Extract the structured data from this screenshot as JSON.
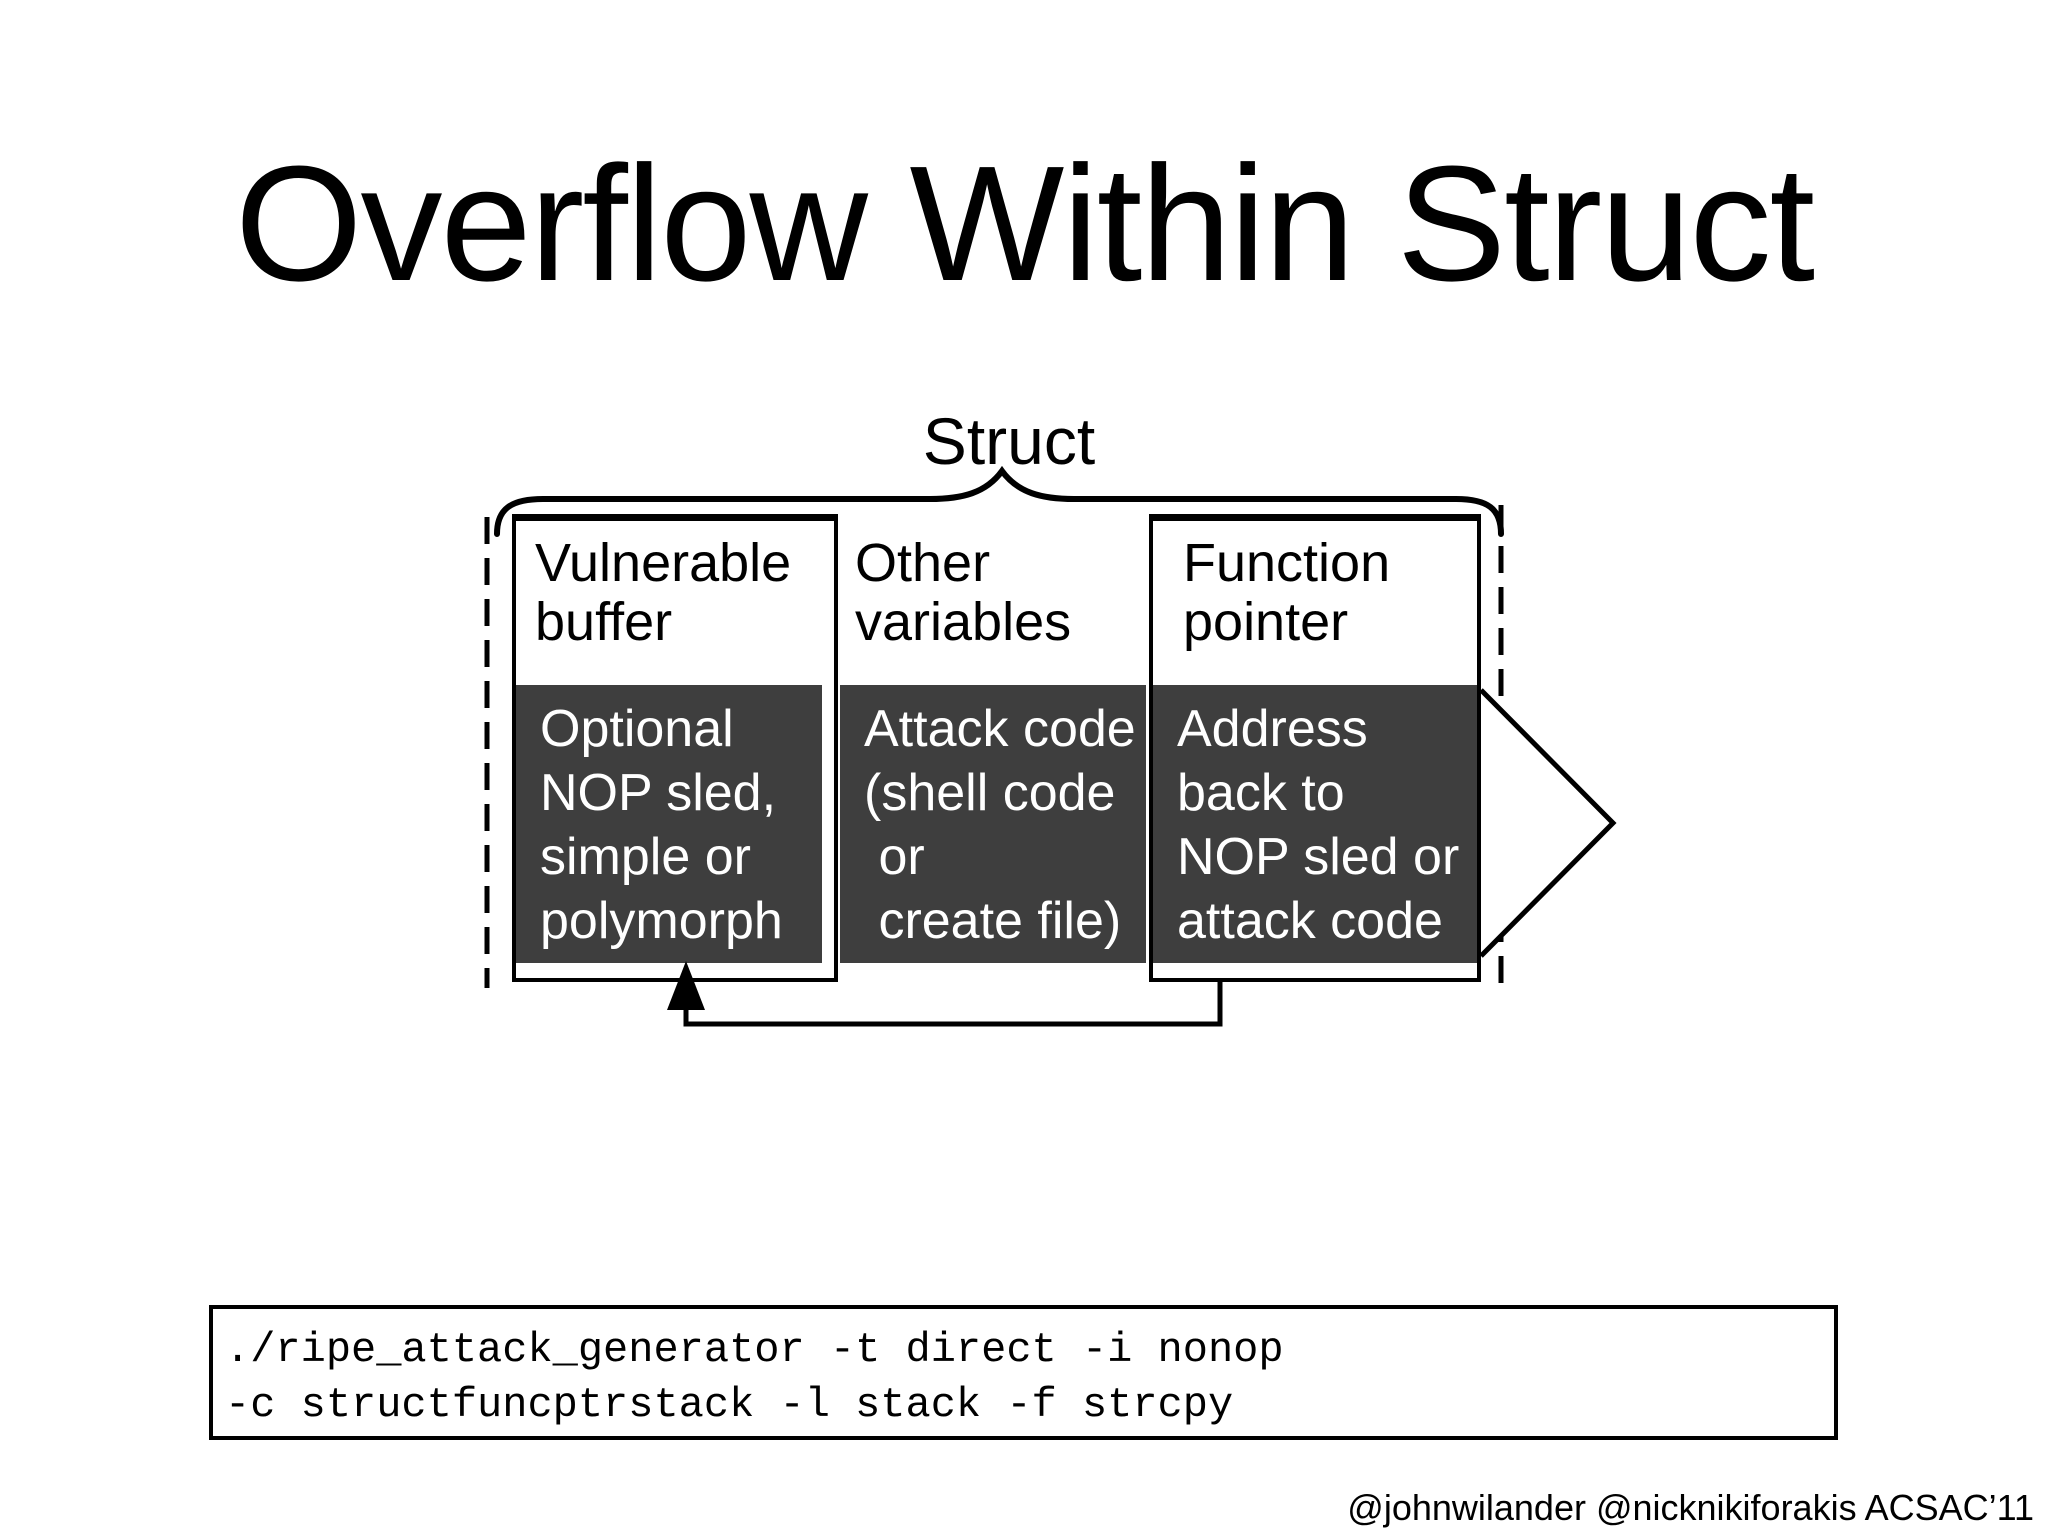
{
  "slide": {
    "title": "Overflow Within Struct",
    "credit": "@johnwilander @nicknikiforakis ACSAC’11"
  },
  "diagram": {
    "struct_label": "Struct",
    "columns": [
      {
        "header": [
          "Vulnerable",
          "buffer"
        ],
        "overlay": [
          "Optional",
          "NOP sled,",
          "simple or",
          "polymorph"
        ]
      },
      {
        "header": [
          "Other",
          "variables"
        ],
        "overlay": [
          "Attack code",
          "(shell code",
          " or",
          " create file)"
        ]
      },
      {
        "header": [
          "Function",
          "pointer"
        ],
        "overlay": [
          "Address",
          "back to",
          "NOP sled or",
          "attack code"
        ]
      }
    ]
  },
  "terminal": {
    "lines": [
      "./ripe_attack_generator -t direct -i nonop",
      "-c structfuncptrstack -l stack -f strcpy"
    ]
  },
  "colors": {
    "ink": "#000000",
    "overlay_bg": "#3e3e3e",
    "overlay_text": "#ffffff",
    "background": "#ffffff"
  }
}
